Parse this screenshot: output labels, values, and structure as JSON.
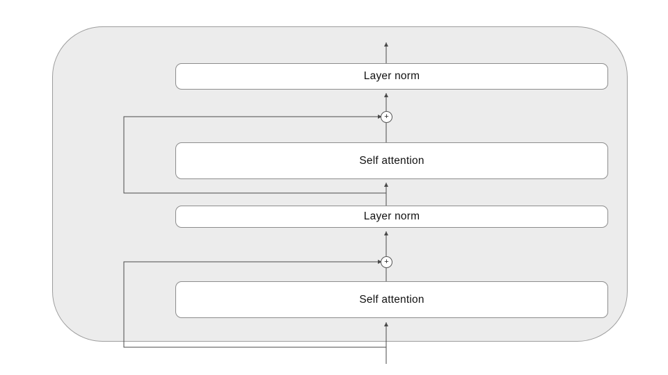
{
  "diagram": {
    "blocks": [
      {
        "id": "layer-norm-top",
        "label": "Layer norm"
      },
      {
        "id": "self-attention-top",
        "label": "Self attention"
      },
      {
        "id": "layer-norm-middle",
        "label": "Layer norm"
      },
      {
        "id": "self-attention-bottom",
        "label": "Self attention"
      }
    ],
    "add_nodes": [
      {
        "symbol": "+"
      },
      {
        "symbol": "+"
      }
    ],
    "colors": {
      "container_fill": "#ececec",
      "container_stroke": "#9c9c9c",
      "box_fill": "#ffffff",
      "box_stroke": "#8c8c8c",
      "line": "#4a4a4a",
      "text": "#111111"
    }
  }
}
